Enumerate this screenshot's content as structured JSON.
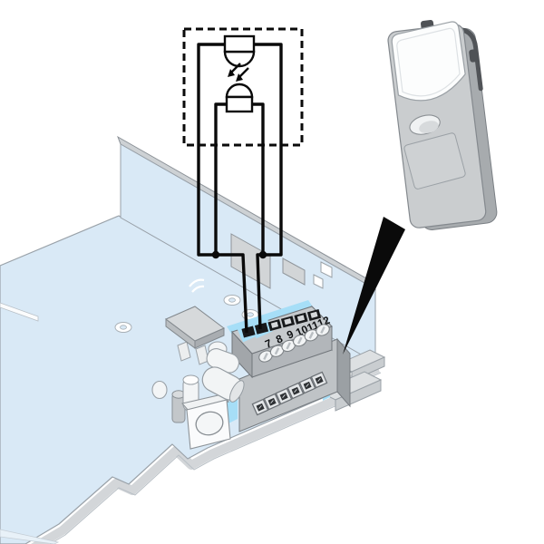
{
  "diagram": {
    "terminal_block": {
      "labels": [
        "7",
        "8",
        "9",
        "10",
        "11",
        "12"
      ]
    },
    "colors": {
      "background": "#ffffff",
      "board_blue": "#d9e9f6",
      "highlight_blue": "#a6def7",
      "line_black": "#0a0a0a",
      "component_gray": "#c9ccce",
      "edge_gray": "#d3d6d9"
    },
    "icons": {
      "emitter": "ir-emitter-symbol",
      "receiver": "ir-receiver-symbol",
      "pointer": "pointer-arrow"
    }
  }
}
